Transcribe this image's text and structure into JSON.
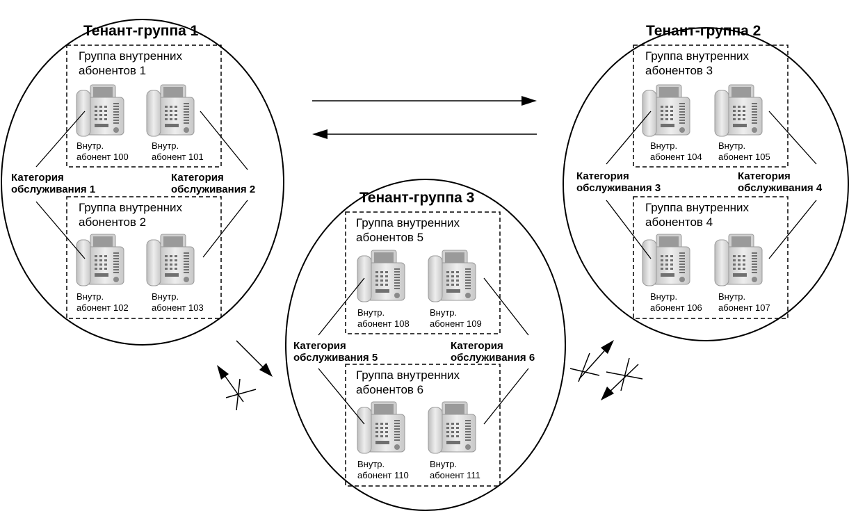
{
  "tenants": [
    {
      "title": "Тенант-группа 1",
      "groups": [
        {
          "label_line1": "Группа внутренних",
          "label_line2": "абонентов 1",
          "phones": [
            {
              "line1": "Внутр.",
              "line2": "абонент 100"
            },
            {
              "line1": "Внутр.",
              "line2": "абонент 101"
            }
          ]
        },
        {
          "label_line1": "Группа внутренних",
          "label_line2": "абонентов 2",
          "phones": [
            {
              "line1": "Внутр.",
              "line2": "абонент 102"
            },
            {
              "line1": "Внутр.",
              "line2": "абонент 103"
            }
          ]
        }
      ],
      "categories": [
        {
          "line1": "Категория",
          "line2": "обслуживания 1"
        },
        {
          "line1": "Категория",
          "line2": "обслуживания 2"
        }
      ]
    },
    {
      "title": "Тенант-группа 2",
      "groups": [
        {
          "label_line1": "Группа внутренних",
          "label_line2": "абонентов 3",
          "phones": [
            {
              "line1": "Внутр.",
              "line2": "абонент 104"
            },
            {
              "line1": "Внутр.",
              "line2": "абонент 105"
            }
          ]
        },
        {
          "label_line1": "Группа внутренних",
          "label_line2": "абонентов 4",
          "phones": [
            {
              "line1": "Внутр.",
              "line2": "абонент 106"
            },
            {
              "line1": "Внутр.",
              "line2": "абонент 107"
            }
          ]
        }
      ],
      "categories": [
        {
          "line1": "Категория",
          "line2": "обслуживания 3"
        },
        {
          "line1": "Категория",
          "line2": "обслуживания 4"
        }
      ]
    },
    {
      "title": "Тенант-группа 3",
      "groups": [
        {
          "label_line1": "Группа внутренних",
          "label_line2": "абонентов 5",
          "phones": [
            {
              "line1": "Внутр.",
              "line2": "абонент 108"
            },
            {
              "line1": "Внутр.",
              "line2": "абонент 109"
            }
          ]
        },
        {
          "label_line1": "Группа внутренних",
          "label_line2": "абонентов 6",
          "phones": [
            {
              "line1": "Внутр.",
              "line2": "абонент 110"
            },
            {
              "line1": "Внутр.",
              "line2": "абонент 111"
            }
          ]
        }
      ],
      "categories": [
        {
          "line1": "Категория",
          "line2": "обслуживания 5"
        },
        {
          "line1": "Категория",
          "line2": "обслуживания 6"
        }
      ]
    }
  ],
  "connections": [
    {
      "from": "Тенант-группа 1",
      "to": "Тенант-группа 2",
      "allowed": true
    },
    {
      "from": "Тенант-группа 2",
      "to": "Тенант-группа 1",
      "allowed": true
    },
    {
      "from": "Тенант-группа 1",
      "to": "Тенант-группа 3",
      "allowed": true
    },
    {
      "from": "Тенант-группа 3",
      "to": "Тенант-группа 1",
      "allowed": false
    },
    {
      "from": "Тенант-группа 3",
      "to": "Тенант-группа 2",
      "allowed": false
    },
    {
      "from": "Тенант-группа 2",
      "to": "Тенант-группа 3",
      "allowed": false
    }
  ],
  "colors": {
    "stroke": "#000000",
    "phone_body": "#d6d6d6",
    "phone_screen": "#8f8f8f"
  },
  "icon": "desk-phone-icon"
}
